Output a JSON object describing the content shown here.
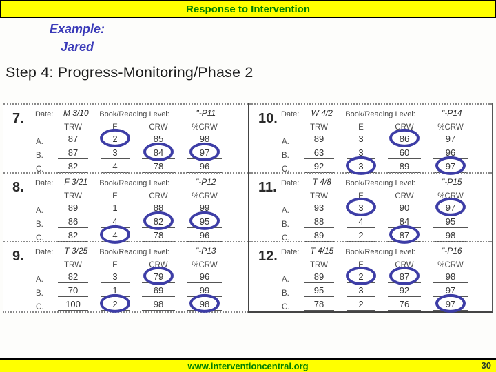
{
  "slide": {
    "banner_title": "Response to Intervention",
    "example_line1": "Example:",
    "example_line2": "Jared",
    "step_title": "Step 4: Progress-Monitoring/Phase 2",
    "footer_url": "www.interventioncentral.org",
    "page_number": "30"
  },
  "colors": {
    "banner_bg": "#ffff00",
    "banner_text": "#008000",
    "example_text": "#3a3ab8",
    "annotation_circle": "#3d3da6",
    "footer_bg": "#ffff00",
    "footer_text": "#008000"
  },
  "worksheet": {
    "date_label": "Date:",
    "level_label": "Book/Reading Level:",
    "column_headers": [
      "TRW",
      "E",
      "CRW",
      "%CRW"
    ],
    "row_labels": [
      "A.",
      "B.",
      "C."
    ],
    "items": [
      {
        "number": "7.",
        "date": "M 3/10",
        "level": "\"-P11",
        "rows": [
          [
            "87",
            "2",
            "85",
            "98"
          ],
          [
            "87",
            "3",
            "84",
            "97"
          ],
          [
            "82",
            "4",
            "78",
            "96"
          ]
        ],
        "circled": [
          [
            0,
            1
          ],
          [
            1,
            2
          ],
          [
            1,
            3
          ]
        ]
      },
      {
        "number": "8.",
        "date": "F 3/21",
        "level": "\"-P12",
        "rows": [
          [
            "89",
            "1",
            "88",
            "99"
          ],
          [
            "86",
            "4",
            "82",
            "95"
          ],
          [
            "82",
            "4",
            "78",
            "96"
          ]
        ],
        "circled": [
          [
            2,
            1
          ],
          [
            1,
            2
          ],
          [
            1,
            3
          ]
        ]
      },
      {
        "number": "9.",
        "date": "T 3/25",
        "level": "\"-P13",
        "rows": [
          [
            "82",
            "3",
            "79",
            "96"
          ],
          [
            "70",
            "1",
            "69",
            "99"
          ],
          [
            "100",
            "2",
            "98",
            "98"
          ]
        ],
        "circled": [
          [
            0,
            2
          ],
          [
            2,
            1
          ],
          [
            2,
            3
          ]
        ]
      },
      {
        "number": "10.",
        "date": "W 4/2",
        "level": "\"-P14",
        "rows": [
          [
            "89",
            "3",
            "86",
            "97"
          ],
          [
            "63",
            "3",
            "60",
            "96"
          ],
          [
            "92",
            "3",
            "89",
            "97"
          ]
        ],
        "circled": [
          [
            0,
            2
          ],
          [
            2,
            1
          ],
          [
            2,
            3
          ]
        ]
      },
      {
        "number": "11.",
        "date": "T 4/8",
        "level": "\"-P15",
        "rows": [
          [
            "93",
            "3",
            "90",
            "97"
          ],
          [
            "88",
            "4",
            "84",
            "95"
          ],
          [
            "89",
            "2",
            "87",
            "98"
          ]
        ],
        "circled": [
          [
            0,
            1
          ],
          [
            0,
            3
          ],
          [
            2,
            2
          ]
        ]
      },
      {
        "number": "12.",
        "date": "T 4/15",
        "level": "\"-P16",
        "rows": [
          [
            "89",
            "2",
            "87",
            "98"
          ],
          [
            "95",
            "3",
            "92",
            "97"
          ],
          [
            "78",
            "2",
            "76",
            "97"
          ]
        ],
        "circled": [
          [
            0,
            1
          ],
          [
            0,
            2
          ],
          [
            2,
            3
          ]
        ]
      }
    ]
  }
}
